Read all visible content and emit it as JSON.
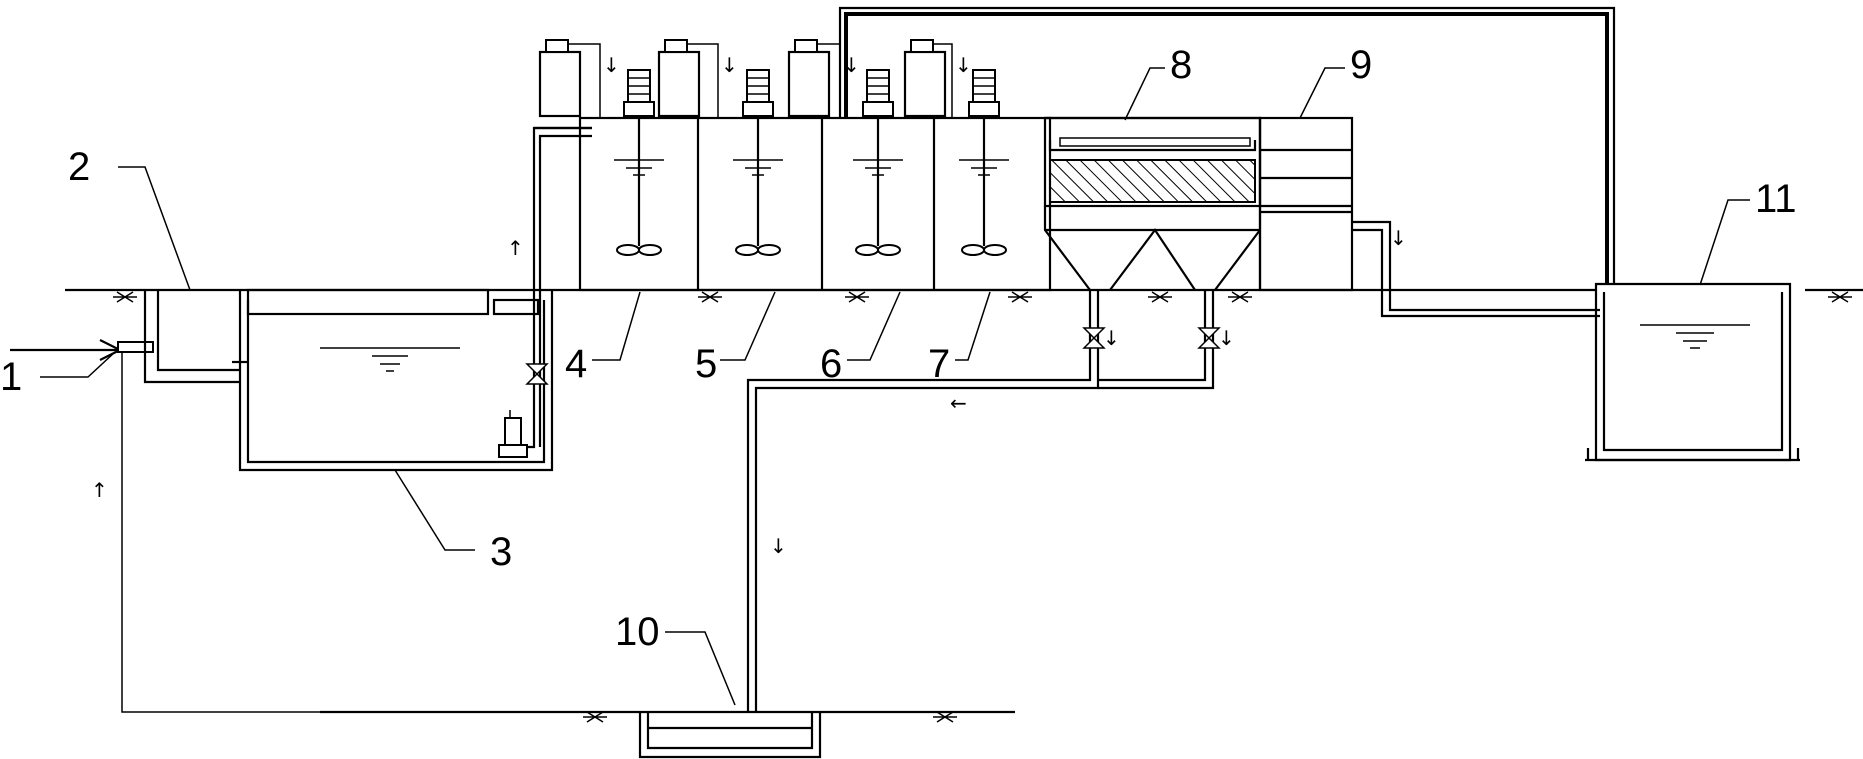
{
  "labels": [
    "1",
    "2",
    "3",
    "4",
    "5",
    "6",
    "7",
    "8",
    "9",
    "10",
    "11"
  ],
  "arrows": {
    "down": "↓",
    "up": "↑",
    "left": "←"
  },
  "colors": {
    "stroke": "#000000",
    "background": "#ffffff"
  }
}
